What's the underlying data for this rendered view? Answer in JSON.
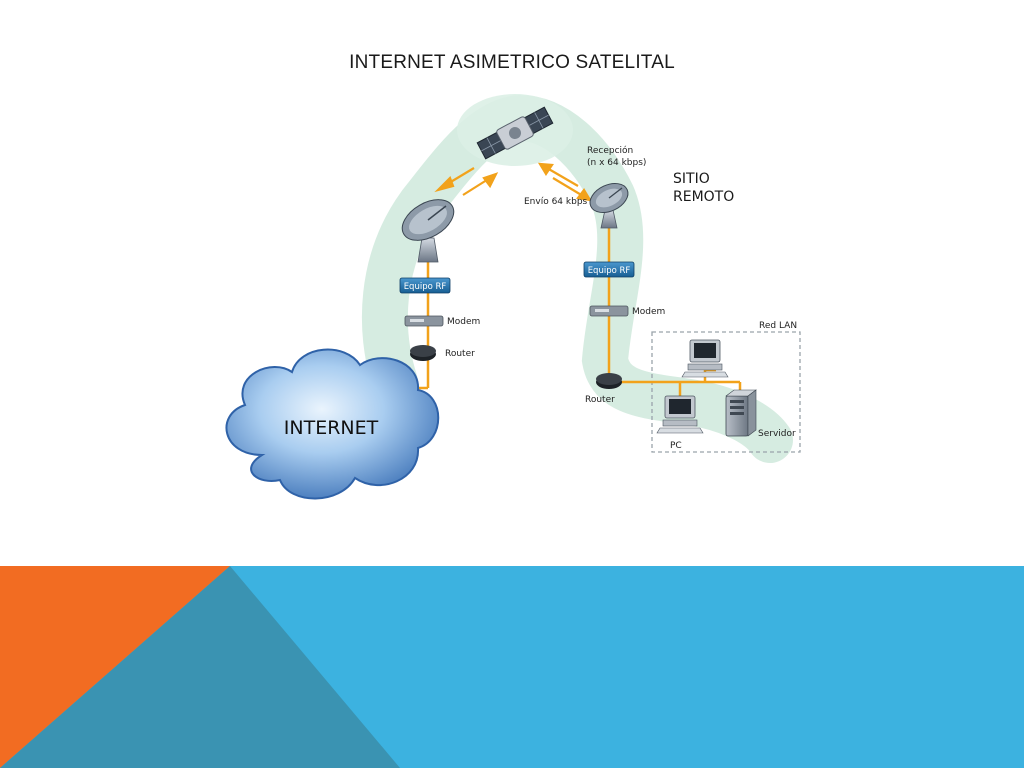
{
  "slide": {
    "title": "INTERNET ASIMETRICO SATELITAL"
  },
  "diagram": {
    "labels": {
      "reception": "Recepción",
      "reception_rate": "(n x 64 kbps)",
      "send": "Envío 64 kbps",
      "remote_site_line1": "SITIO",
      "remote_site_line2": "REMOTO",
      "rf_left": "Equipo RF",
      "rf_right": "Equipo RF",
      "modem_left": "Modem",
      "modem_right": "Modem",
      "router_left": "Router",
      "router_right": "Router",
      "internet": "INTERNET",
      "lan": "Red LAN",
      "pc": "PC",
      "server": "Servidor"
    }
  },
  "colors": {
    "link_line": "#f2a21b",
    "rf_box": "#1f6fa8",
    "cloud": "#4a82c4",
    "halo": "#c8e6da",
    "footer_blue": "#3cb2e0",
    "footer_orange": "#f26c22",
    "footer_teal": "#3a93b2"
  }
}
